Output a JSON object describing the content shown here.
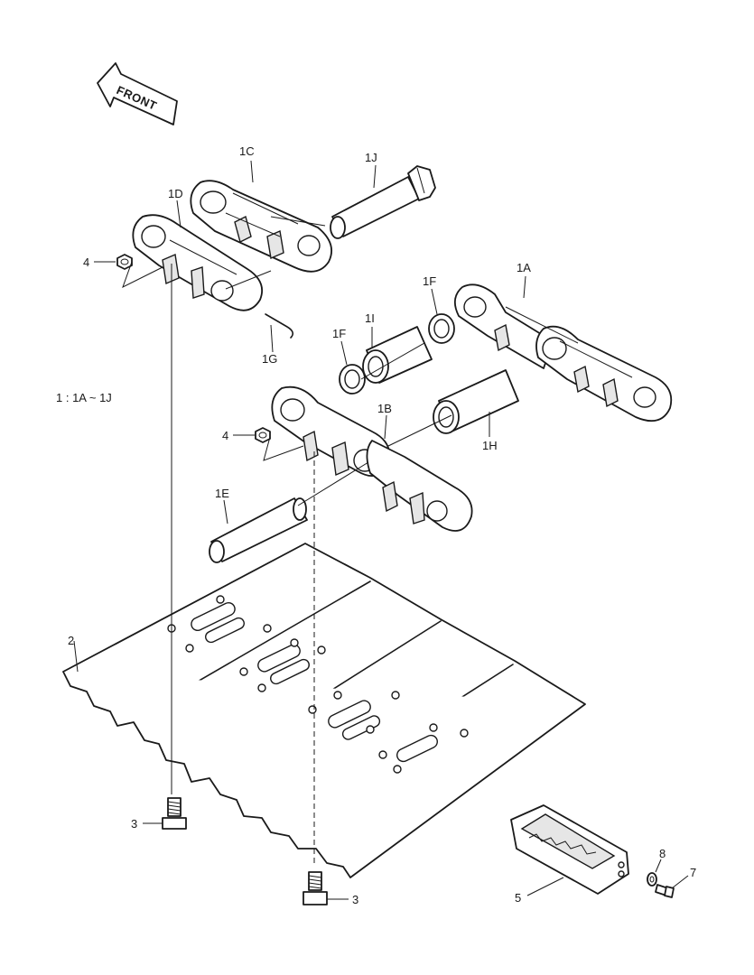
{
  "arrow_text": "FRONT",
  "legend": "1 : 1A ~ 1J",
  "labels": {
    "l1C": "1C",
    "l1J": "1J",
    "l1D": "1D",
    "l4a": "4",
    "l1G": "1G",
    "l1A": "1A",
    "l1F_top": "1F",
    "l1I": "1I",
    "l1F_left": "1F",
    "l4b": "4",
    "l1B": "1B",
    "l1H": "1H",
    "l1E": "1E",
    "l2": "2",
    "l3a": "3",
    "l3b": "3",
    "l5": "5",
    "l8": "8",
    "l7": "7"
  }
}
